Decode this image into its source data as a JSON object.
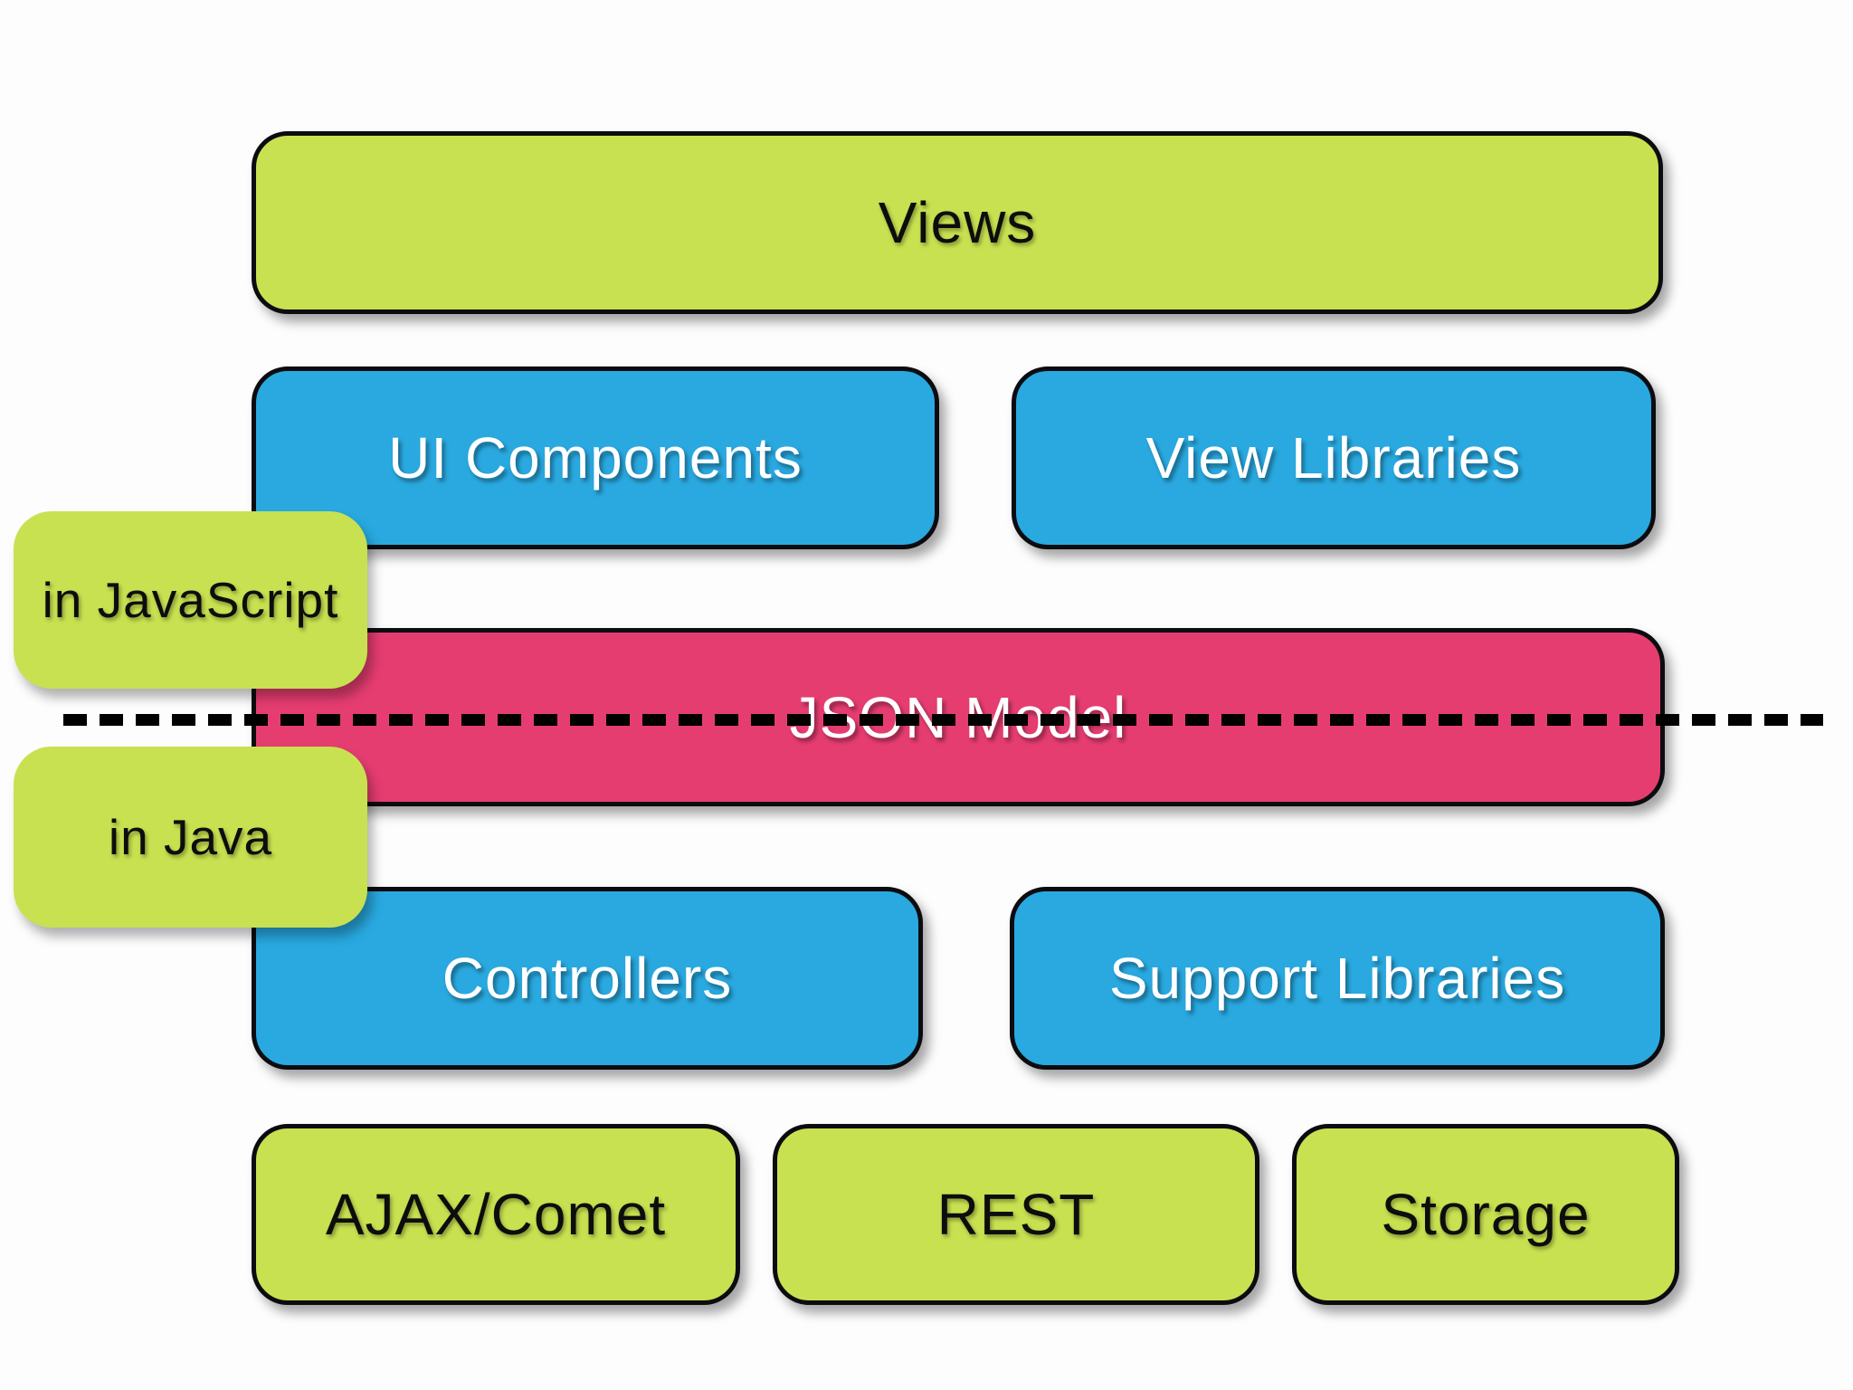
{
  "colors": {
    "lime_green": "#c8e150",
    "blue": "#29a9e0",
    "pink": "#e63d71",
    "outline_black": "#0c0c10",
    "divider_black": "#000000",
    "background": "#fdfdfe",
    "text_dark": "#0d0d0d",
    "text_light": "#ffffff"
  },
  "layers": {
    "views": {
      "label": "Views",
      "color": "#c8e150"
    },
    "ui_components": {
      "label": "UI Components",
      "color": "#29a9e0"
    },
    "view_libraries": {
      "label": "View Libraries",
      "color": "#29a9e0"
    },
    "json_model": {
      "label": "JSON Model",
      "color": "#e63d71"
    },
    "controllers": {
      "label": "Controllers",
      "color": "#29a9e0"
    },
    "support_libraries": {
      "label": "Support Libraries",
      "color": "#29a9e0"
    },
    "ajax_comet": {
      "label": "AJAX/Comet",
      "color": "#c8e150"
    },
    "rest": {
      "label": "REST",
      "color": "#c8e150"
    },
    "storage": {
      "label": "Storage",
      "color": "#c8e150"
    }
  },
  "callouts": {
    "in_javascript": {
      "label": "in JavaScript",
      "color": "#c8e150"
    },
    "in_java": {
      "label": "in Java",
      "color": "#c8e150"
    }
  },
  "divider": {
    "type": "horizontal-dashed-line",
    "color": "#000000"
  }
}
